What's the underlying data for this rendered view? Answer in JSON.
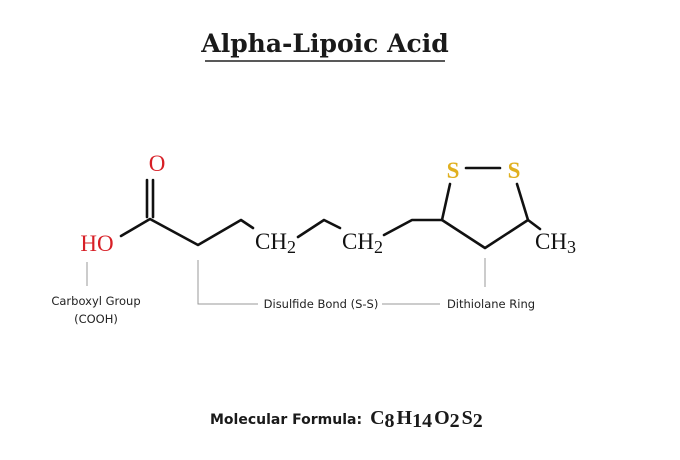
{
  "title": "Alpha-Lipoic Acid",
  "atoms": {
    "oxygen": "O",
    "hydroxyl": "HO",
    "ch2_1": {
      "main": "CH",
      "sub": "2"
    },
    "ch2_2": {
      "main": "CH",
      "sub": "2"
    },
    "sulfur_1": "S",
    "sulfur_2": "S",
    "ch3": {
      "main": "CH",
      "sub": "3"
    }
  },
  "annotations": {
    "carboxyl_line1": "Carboxyl Group",
    "carboxyl_line2": "(COOH)",
    "disulfide": "Disulfide Bond (S-S)",
    "dithiolane": "Dithiolane Ring"
  },
  "formula": {
    "label": "Molecular Formula:",
    "parts": [
      {
        "el": "C",
        "n": "8"
      },
      {
        "el": "H",
        "n": "14"
      },
      {
        "el": "O",
        "n": "2"
      },
      {
        "el": "S",
        "n": "2"
      }
    ]
  },
  "colors": {
    "oxygen": "#d71f26",
    "sulfur": "#e0b020",
    "bond": "#111111"
  }
}
